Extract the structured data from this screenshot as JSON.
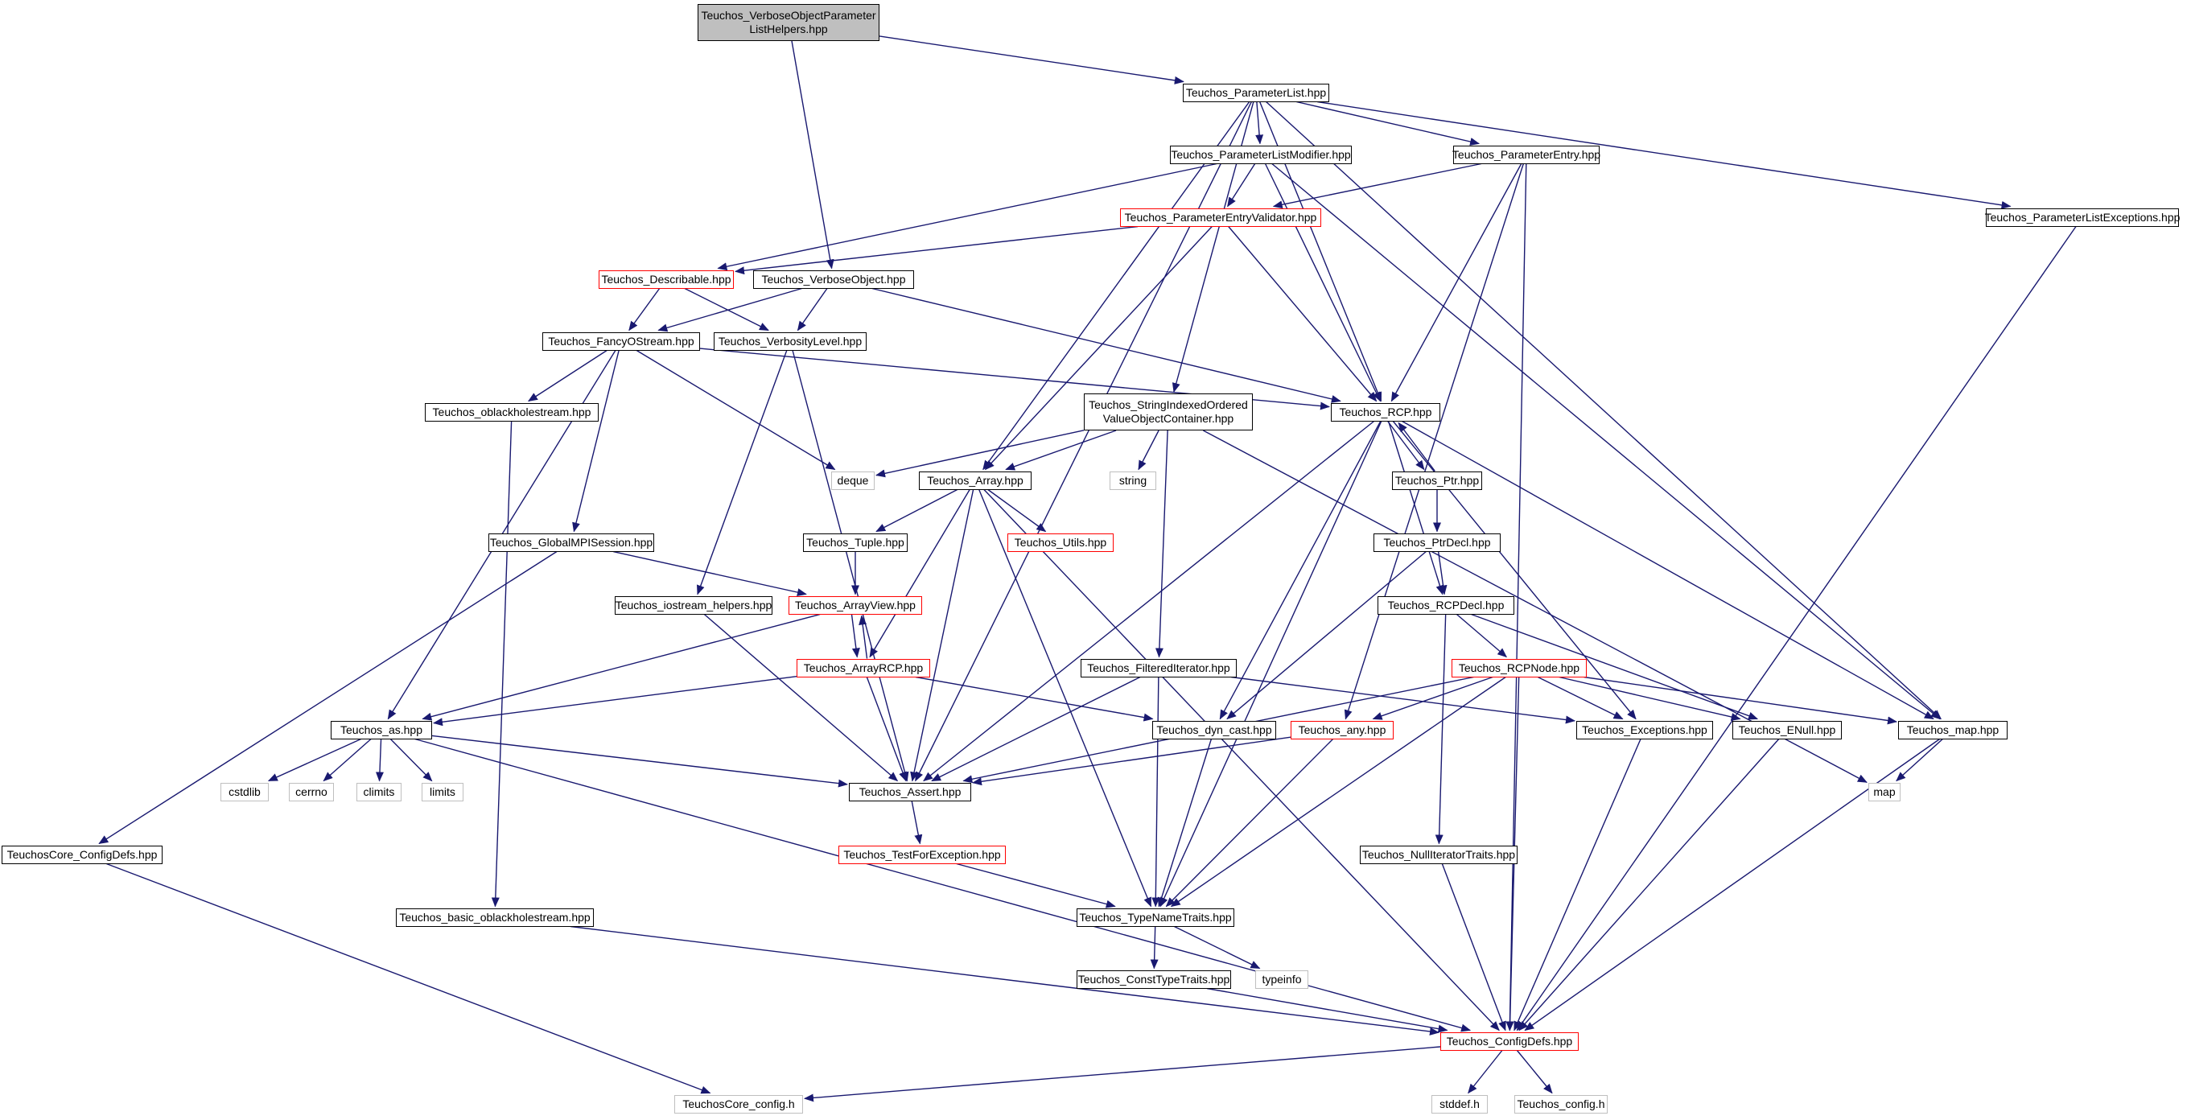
{
  "graph": {
    "colors": {
      "edge": "#191970",
      "box": "#000000",
      "red_box": "#ff0000",
      "external_box": "#bfbfbf",
      "root_fill": "#bfbfbf"
    },
    "nodes": [
      {
        "id": "root",
        "label": "Teuchos_VerboseObjectParameter\nListHelpers.hpp",
        "style": "root"
      },
      {
        "id": "plist",
        "label": "Teuchos_ParameterList.hpp",
        "style": "black"
      },
      {
        "id": "plmod",
        "label": "Teuchos_ParameterListModifier.hpp",
        "style": "black"
      },
      {
        "id": "pentry",
        "label": "Teuchos_ParameterEntry.hpp",
        "style": "black"
      },
      {
        "id": "plexc",
        "label": "Teuchos_ParameterListExceptions.hpp",
        "style": "black"
      },
      {
        "id": "pev",
        "label": "Teuchos_ParameterEntryValidator.hpp",
        "style": "red"
      },
      {
        "id": "desc",
        "label": "Teuchos_Describable.hpp",
        "style": "red"
      },
      {
        "id": "vobj",
        "label": "Teuchos_VerboseObject.hpp",
        "style": "black"
      },
      {
        "id": "fancy",
        "label": "Teuchos_FancyOStream.hpp",
        "style": "black"
      },
      {
        "id": "vlevel",
        "label": "Teuchos_VerbosityLevel.hpp",
        "style": "black"
      },
      {
        "id": "oblack",
        "label": "Teuchos_oblackholestream.hpp",
        "style": "black"
      },
      {
        "id": "sio",
        "label": "Teuchos_StringIndexedOrdered\nValueObjectContainer.hpp",
        "style": "black"
      },
      {
        "id": "rcp",
        "label": "Teuchos_RCP.hpp",
        "style": "black"
      },
      {
        "id": "deque",
        "label": "deque",
        "style": "gray"
      },
      {
        "id": "string",
        "label": "string",
        "style": "gray"
      },
      {
        "id": "array",
        "label": "Teuchos_Array.hpp",
        "style": "black"
      },
      {
        "id": "ptr",
        "label": "Teuchos_Ptr.hpp",
        "style": "black"
      },
      {
        "id": "gmpi",
        "label": "Teuchos_GlobalMPISession.hpp",
        "style": "black"
      },
      {
        "id": "tuple",
        "label": "Teuchos_Tuple.hpp",
        "style": "black"
      },
      {
        "id": "utils",
        "label": "Teuchos_Utils.hpp",
        "style": "red"
      },
      {
        "id": "ptrdecl",
        "label": "Teuchos_PtrDecl.hpp",
        "style": "black"
      },
      {
        "id": "iohelp",
        "label": "Teuchos_iostream_helpers.hpp",
        "style": "black"
      },
      {
        "id": "aview",
        "label": "Teuchos_ArrayView.hpp",
        "style": "red"
      },
      {
        "id": "rcpdecl",
        "label": "Teuchos_RCPDecl.hpp",
        "style": "black"
      },
      {
        "id": "arcp",
        "label": "Teuchos_ArrayRCP.hpp",
        "style": "red"
      },
      {
        "id": "filt",
        "label": "Teuchos_FilteredIterator.hpp",
        "style": "black"
      },
      {
        "id": "rcpnode",
        "label": "Teuchos_RCPNode.hpp",
        "style": "red"
      },
      {
        "id": "as",
        "label": "Teuchos_as.hpp",
        "style": "black"
      },
      {
        "id": "dyn",
        "label": "Teuchos_dyn_cast.hpp",
        "style": "black"
      },
      {
        "id": "any",
        "label": "Teuchos_any.hpp",
        "style": "red"
      },
      {
        "id": "exc",
        "label": "Teuchos_Exceptions.hpp",
        "style": "black"
      },
      {
        "id": "enull",
        "label": "Teuchos_ENull.hpp",
        "style": "black"
      },
      {
        "id": "map",
        "label": "Teuchos_map.hpp",
        "style": "black"
      },
      {
        "id": "cstdlib",
        "label": "cstdlib",
        "style": "gray"
      },
      {
        "id": "cerrno",
        "label": "cerrno",
        "style": "gray"
      },
      {
        "id": "climits",
        "label": "climits",
        "style": "gray"
      },
      {
        "id": "limits",
        "label": "limits",
        "style": "gray"
      },
      {
        "id": "assert",
        "label": "Teuchos_Assert.hpp",
        "style": "black"
      },
      {
        "id": "mapstd",
        "label": "map",
        "style": "gray"
      },
      {
        "id": "tfe",
        "label": "Teuchos_TestForException.hpp",
        "style": "red"
      },
      {
        "id": "cfgdefs_core",
        "label": "TeuchosCore_ConfigDefs.hpp",
        "style": "black"
      },
      {
        "id": "nulliter",
        "label": "Teuchos_NullIteratorTraits.hpp",
        "style": "black"
      },
      {
        "id": "bob",
        "label": "Teuchos_basic_oblackholestream.hpp",
        "style": "black"
      },
      {
        "id": "tnt",
        "label": "Teuchos_TypeNameTraits.hpp",
        "style": "black"
      },
      {
        "id": "ctt",
        "label": "Teuchos_ConstTypeTraits.hpp",
        "style": "black"
      },
      {
        "id": "typeinfo",
        "label": "typeinfo",
        "style": "gray"
      },
      {
        "id": "cfgdefs",
        "label": "Teuchos_ConfigDefs.hpp",
        "style": "red"
      },
      {
        "id": "coreconfig",
        "label": "TeuchosCore_config.h",
        "style": "gray"
      },
      {
        "id": "stddef",
        "label": "stddef.h",
        "style": "gray"
      },
      {
        "id": "config",
        "label": "Teuchos_config.h",
        "style": "gray"
      }
    ],
    "edges": [
      [
        "root",
        "plist"
      ],
      [
        "root",
        "vobj"
      ],
      [
        "plist",
        "plmod"
      ],
      [
        "plist",
        "pentry"
      ],
      [
        "plist",
        "plexc"
      ],
      [
        "plist",
        "rcp"
      ],
      [
        "plist",
        "array"
      ],
      [
        "plist",
        "sio"
      ],
      [
        "plist",
        "assert"
      ],
      [
        "plist",
        "map"
      ],
      [
        "plmod",
        "pev"
      ],
      [
        "plmod",
        "desc"
      ],
      [
        "plmod",
        "rcp"
      ],
      [
        "plmod",
        "map"
      ],
      [
        "pentry",
        "pev"
      ],
      [
        "pentry",
        "rcp"
      ],
      [
        "pentry",
        "any"
      ],
      [
        "pentry",
        "cfgdefs"
      ],
      [
        "plexc",
        "cfgdefs"
      ],
      [
        "pev",
        "desc"
      ],
      [
        "pev",
        "rcp"
      ],
      [
        "pev",
        "array"
      ],
      [
        "desc",
        "fancy"
      ],
      [
        "desc",
        "vlevel"
      ],
      [
        "vobj",
        "fancy"
      ],
      [
        "vobj",
        "vlevel"
      ],
      [
        "vobj",
        "rcp"
      ],
      [
        "fancy",
        "rcp"
      ],
      [
        "fancy",
        "oblack"
      ],
      [
        "fancy",
        "gmpi"
      ],
      [
        "fancy",
        "deque"
      ],
      [
        "fancy",
        "as"
      ],
      [
        "vlevel",
        "iohelp"
      ],
      [
        "vlevel",
        "assert"
      ],
      [
        "oblack",
        "bob"
      ],
      [
        "sio",
        "deque"
      ],
      [
        "sio",
        "string"
      ],
      [
        "sio",
        "array"
      ],
      [
        "sio",
        "filt"
      ],
      [
        "sio",
        "mapstd"
      ],
      [
        "rcp",
        "ptr"
      ],
      [
        "rcp",
        "rcpdecl"
      ],
      [
        "rcp",
        "dyn"
      ],
      [
        "rcp",
        "tnt"
      ],
      [
        "rcp",
        "exc"
      ],
      [
        "rcp",
        "map"
      ],
      [
        "rcp",
        "assert"
      ],
      [
        "ptr",
        "rcp"
      ],
      [
        "ptr",
        "ptrdecl"
      ],
      [
        "ptrdecl",
        "rcpdecl"
      ],
      [
        "ptrdecl",
        "dyn"
      ],
      [
        "rcpdecl",
        "rcpnode"
      ],
      [
        "rcpdecl",
        "enull"
      ],
      [
        "rcpdecl",
        "nulliter"
      ],
      [
        "array",
        "tuple"
      ],
      [
        "array",
        "utils"
      ],
      [
        "array",
        "arcp"
      ],
      [
        "array",
        "assert"
      ],
      [
        "array",
        "tnt"
      ],
      [
        "array",
        "cfgdefs"
      ],
      [
        "tuple",
        "aview"
      ],
      [
        "gmpi",
        "aview"
      ],
      [
        "gmpi",
        "cfgdefs_core"
      ],
      [
        "aview",
        "arcp"
      ],
      [
        "aview",
        "as"
      ],
      [
        "arcp",
        "aview"
      ],
      [
        "arcp",
        "as"
      ],
      [
        "arcp",
        "assert"
      ],
      [
        "arcp",
        "dyn"
      ],
      [
        "iohelp",
        "assert"
      ],
      [
        "filt",
        "exc"
      ],
      [
        "filt",
        "assert"
      ],
      [
        "filt",
        "tnt"
      ],
      [
        "rcpnode",
        "any"
      ],
      [
        "rcpnode",
        "exc"
      ],
      [
        "rcpnode",
        "enull"
      ],
      [
        "rcpnode",
        "map"
      ],
      [
        "rcpnode",
        "assert"
      ],
      [
        "rcpnode",
        "tnt"
      ],
      [
        "rcpnode",
        "cfgdefs"
      ],
      [
        "as",
        "cstdlib"
      ],
      [
        "as",
        "cerrno"
      ],
      [
        "as",
        "climits"
      ],
      [
        "as",
        "limits"
      ],
      [
        "as",
        "assert"
      ],
      [
        "as",
        "cfgdefs"
      ],
      [
        "dyn",
        "tnt"
      ],
      [
        "any",
        "assert"
      ],
      [
        "any",
        "tnt"
      ],
      [
        "exc",
        "cfgdefs"
      ],
      [
        "enull",
        "cfgdefs"
      ],
      [
        "map",
        "mapstd"
      ],
      [
        "map",
        "cfgdefs"
      ],
      [
        "assert",
        "tfe"
      ],
      [
        "tfe",
        "tnt"
      ],
      [
        "cfgdefs_core",
        "coreconfig"
      ],
      [
        "nulliter",
        "cfgdefs"
      ],
      [
        "bob",
        "cfgdefs"
      ],
      [
        "tnt",
        "ctt"
      ],
      [
        "tnt",
        "typeinfo"
      ],
      [
        "ctt",
        "cfgdefs"
      ],
      [
        "cfgdefs",
        "coreconfig"
      ],
      [
        "cfgdefs",
        "stddef"
      ],
      [
        "cfgdefs",
        "config"
      ]
    ]
  }
}
